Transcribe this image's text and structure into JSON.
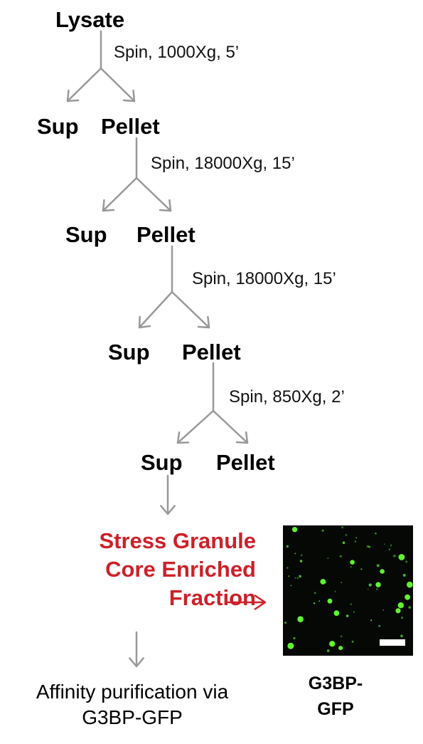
{
  "start_label": "Lysate",
  "steps": [
    {
      "condition": "Spin, 1000Xg, 5’",
      "sup_label": "Sup",
      "pellet_label": "Pellet"
    },
    {
      "condition": "Spin, 18000Xg, 15’",
      "sup_label": "Sup",
      "pellet_label": "Pellet"
    },
    {
      "condition": "Spin, 18000Xg, 15’",
      "sup_label": "Sup",
      "pellet_label": "Pellet"
    },
    {
      "condition": "Spin, 850Xg, 2’",
      "sup_label": "Sup",
      "pellet_label": "Pellet"
    }
  ],
  "result": {
    "lines": [
      "Stress Granule",
      "Core Enriched",
      "Fraction"
    ],
    "color": "#cc2128"
  },
  "final_step": {
    "lines": [
      "Affinity purification via",
      "G3BP-GFP"
    ]
  },
  "micrograph": {
    "caption_lines": [
      "G3BP-",
      "GFP"
    ],
    "background": "#050805",
    "spot_color": "#66ff33",
    "scale_bar_color": "#ffffff"
  },
  "arrow_color": "#999999"
}
